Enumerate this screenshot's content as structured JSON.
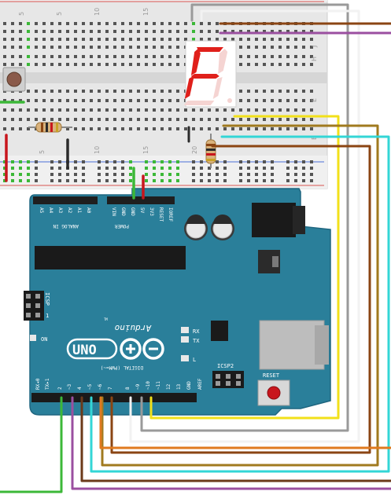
{
  "breadboard": {
    "column_numbers": [
      "5",
      "10",
      "15",
      "20",
      "25"
    ],
    "row_letters_top": [
      "J",
      "I",
      "H",
      "G",
      "F"
    ],
    "row_letters_bottom": [
      "E",
      "D",
      "C",
      "B",
      "A"
    ]
  },
  "display": {
    "digit_shown": "F",
    "segments_on": [
      "a",
      "e",
      "f",
      "g"
    ],
    "segment_on_color": "#e0201b",
    "segment_off_color": "#f5d4d2"
  },
  "arduino": {
    "board_color": "#2a7f9a",
    "logo_text": "Arduino",
    "trademark": "TM",
    "model": "UNO",
    "analog_header_label": "ANALOG IN",
    "analog_pins": [
      "A5",
      "A4",
      "A3",
      "A2",
      "A1",
      "A0"
    ],
    "power_header_label": "POWER",
    "power_pins": [
      "VIN",
      "GND",
      "GND",
      "5V",
      "3V3",
      "RESET",
      "IOREF"
    ],
    "digital_header_label": "DIGITAL (PWM=~)",
    "digital_pins": [
      "RX◂0",
      "TX▸1",
      "2",
      "~3",
      "4",
      "~5",
      "~6",
      "7",
      "8",
      "~9",
      "~10",
      "~11",
      "12",
      "13",
      "GND",
      "AREF"
    ],
    "icsp_label": "ICSP",
    "icsp2_label": "ICSP2",
    "led_labels": {
      "on": "ON",
      "l": "L",
      "tx": "TX",
      "rx": "RX"
    },
    "reset_label": "RESET",
    "icsp_pin1": "1"
  },
  "wire_colors": {
    "red": "#c8161d",
    "black": "#2b2b2b",
    "green": "#3cb838",
    "yellow": "#f2e01a",
    "brown": "#8b4513",
    "purple": "#9b4fa0",
    "cyan": "#33d6d6",
    "orange": "#e07a1f",
    "gray": "#9a9a9a",
    "white": "#f2f2f2",
    "dark_brown": "#6b3a1a",
    "olive": "#a07a1f"
  }
}
